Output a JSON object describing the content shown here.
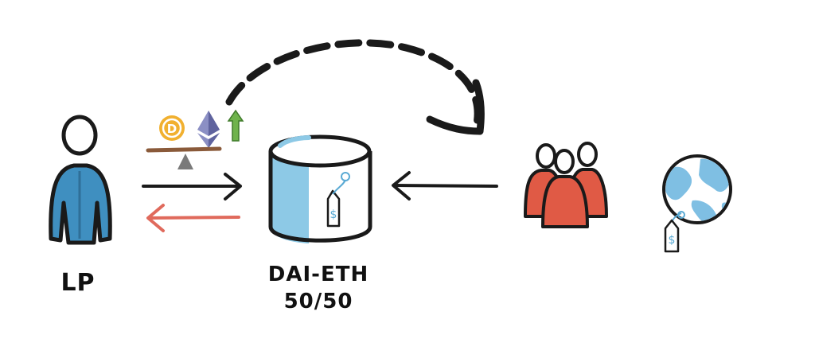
{
  "labels": {
    "lp": "LP",
    "pool_pair": "DAI-ETH",
    "pool_ratio": "50/50"
  },
  "colors": {
    "lp_blue": "#3f8fc0",
    "pool_blue": "#8dc9e6",
    "traders_red": "#e05a45",
    "return_arrow": "#e06a5c",
    "dai_yellow": "#f1b02f",
    "eth_purple": "#8b8fc4",
    "up_arrow_green": "#6fb34c",
    "globe_ocean": "#7fbfe3",
    "outline": "#1a1a1a"
  },
  "icons": [
    "person-icon",
    "dai-coin-icon",
    "eth-icon",
    "up-arrow-icon",
    "balance-scale-icon",
    "pool-cylinder-icon",
    "price-tag-icon",
    "traders-group-icon",
    "globe-icon"
  ]
}
